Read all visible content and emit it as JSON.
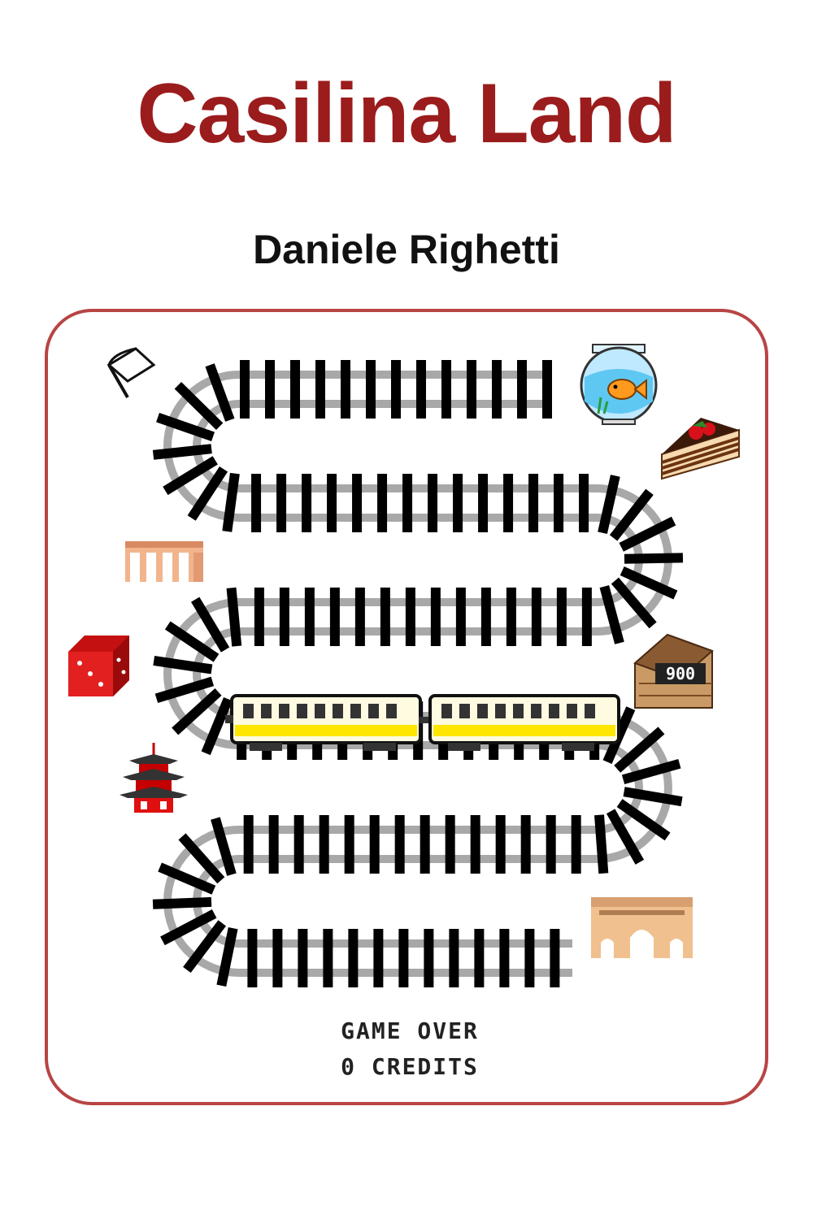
{
  "cover": {
    "title": "Casilina Land",
    "author": "Daniele Righetti"
  },
  "screen": {
    "line1": "GAME OVER",
    "line2": "0 CREDITS",
    "score_sign": "900"
  },
  "colors": {
    "title": "#9b1c1c",
    "frame": "#b84444",
    "rail": "#a8a8a8",
    "sleeper": "#000000",
    "train_body": "#fffbe0",
    "train_stripe": "#ffe600"
  },
  "icons": [
    "flag-icon",
    "fishbowl-icon",
    "cake-icon",
    "aqueduct-icon",
    "dice-icon",
    "house-icon",
    "pagoda-icon",
    "arch-icon",
    "train-icon"
  ]
}
